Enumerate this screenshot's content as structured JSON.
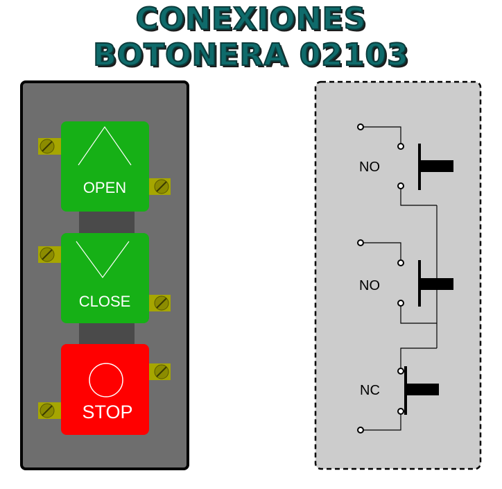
{
  "title": {
    "line1": "CONEXIONES",
    "line2": "BOTONERA 02103"
  },
  "pendant": {
    "buttons": [
      {
        "label": "OPEN",
        "color": "#16b016",
        "icon": "up-chevron-icon"
      },
      {
        "label": "CLOSE",
        "color": "#16b016",
        "icon": "down-chevron-icon"
      },
      {
        "label": "STOP",
        "color": "#ff0000",
        "icon": "circle-icon"
      }
    ],
    "body_color": "#6e6e6e",
    "terminal_color": "#a6a600"
  },
  "schematic": {
    "contacts": [
      {
        "label": "NO",
        "type": "normally-open"
      },
      {
        "label": "NO",
        "type": "normally-open"
      },
      {
        "label": "NC",
        "type": "normally-closed"
      }
    ],
    "background": "#cccccc"
  }
}
